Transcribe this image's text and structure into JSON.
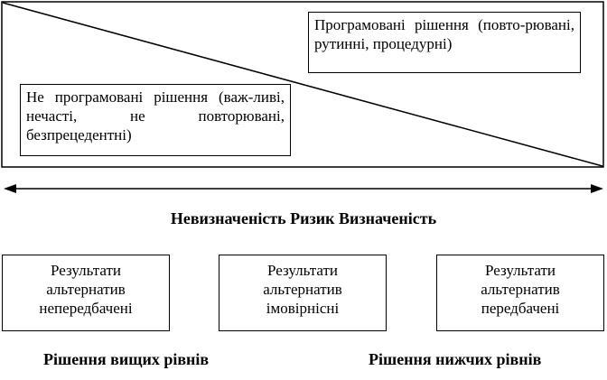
{
  "top_section": {
    "programmed_box": {
      "text": "Програмовані рішення (повто-рювані, рутинні, процедурні)"
    },
    "nonprogrammed_box": {
      "text": "Не програмовані рішення (важ-ливі, нечасті, не повторювані, безпрецедентні)"
    }
  },
  "scale": {
    "caption": "Невизначеність Ризик Визначеність"
  },
  "results": [
    {
      "line1": "Результати",
      "line2": "альтернатив",
      "line3": "непередбачені"
    },
    {
      "line1": "Результати",
      "line2": "альтернатив",
      "line3": "імовірнісні"
    },
    {
      "line1": "Результати",
      "line2": "альтернатив",
      "line3": "передбачені"
    }
  ],
  "levels": {
    "higher": "Рішення вищих рівнів",
    "lower": "Рішення нижчих рівнів"
  }
}
